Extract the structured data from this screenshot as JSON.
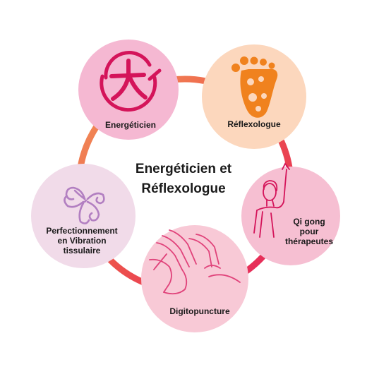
{
  "center": {
    "line1": "Energéticien et",
    "line2": "Réflexologue"
  },
  "nodes": {
    "energeticien": {
      "label": "Energéticien",
      "icon": "chinese-character-da-icon",
      "fill": "#f5b8d2"
    },
    "reflexologue": {
      "label": "Réflexologue",
      "icon": "footprint-icon",
      "fill": "#fcd7bd"
    },
    "qigong": {
      "label_lines": [
        "Qi gong",
        "pour",
        "thérapeutes"
      ],
      "icon": "qigong-woman-icon",
      "fill": "#f6bfd2"
    },
    "digitopuncture": {
      "label": "Digitopuncture",
      "icon": "hands-massage-icon",
      "fill": "#f8c9d6"
    },
    "perfectionnement": {
      "label_lines": [
        "Perfectionnement",
        "en Vibration",
        "tissulaire"
      ],
      "icon": "spiral-swirl-icon",
      "fill": "#f1dbe9"
    }
  },
  "colors": {
    "ring_orange": "#f28a4a",
    "ring_red": "#e6245a",
    "ring_pink": "#e83b78",
    "icon_magenta": "#d4145a",
    "icon_orange": "#f0821e",
    "icon_purple": "#b27fc1",
    "icon_pink_line": "#e0427a"
  }
}
